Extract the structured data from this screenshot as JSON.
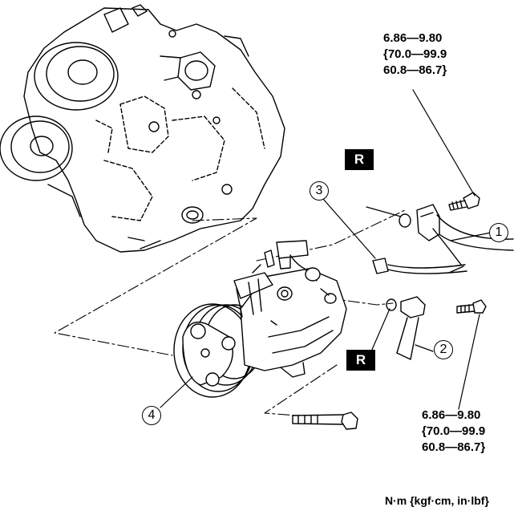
{
  "torque_top": {
    "line1": "6.86—9.80",
    "line2": "{70.0—99.9",
    "line3": "60.8—86.7}"
  },
  "torque_bottom": {
    "line1": "6.86—9.80",
    "line2": "{70.0—99.9",
    "line3": "60.8—86.7}"
  },
  "replace_marks": {
    "upper": "R",
    "lower": "R"
  },
  "callouts": {
    "c1": "1",
    "c2": "2",
    "c3": "3",
    "c4": "4"
  },
  "units_label": "N·m {kgf·cm, in·lbf}"
}
